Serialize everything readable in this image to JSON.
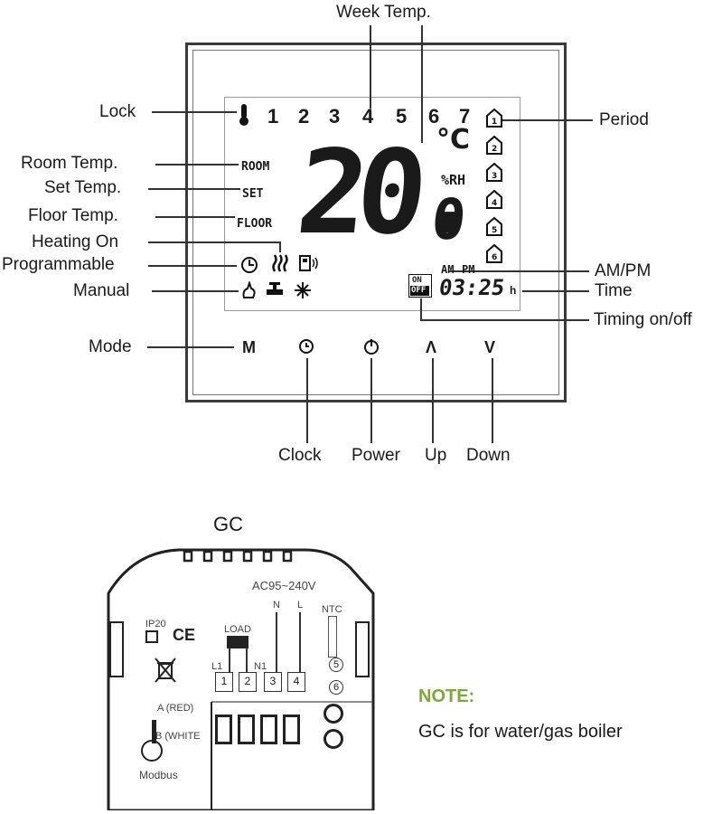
{
  "labels": {
    "week_temp": "Week Temp.",
    "lock": "Lock",
    "period": "Period",
    "room_temp": "Room Temp.",
    "set_temp": "Set Temp.",
    "floor_temp": "Floor Temp.",
    "heating_on": "Heating On",
    "programmable": "Programmable",
    "manual": "Manual",
    "am_pm": "AM/PM",
    "time": "Time",
    "timing_on_off": "Timing on/off",
    "mode": "Mode",
    "clock": "Clock",
    "power": "Power",
    "up": "Up",
    "down": "Down"
  },
  "lcd": {
    "days": [
      "1",
      "2",
      "3",
      "4",
      "5",
      "6",
      "7"
    ],
    "unit": "°C",
    "humidity": "%RH",
    "room": "ROOM",
    "set": "SET",
    "floor": "FLOOR",
    "temp_int": "20.",
    "temp_dec": "0",
    "am": "AM",
    "pm": "PM",
    "on": "ON",
    "off": "OFF",
    "time": "03:25",
    "hour_suffix": "h",
    "period_numbers": [
      "1",
      "2",
      "3",
      "4",
      "5",
      "6"
    ]
  },
  "buttons": {
    "mode": "M",
    "clock_icon": "clock-icon",
    "power_icon": "power-icon",
    "up": "Λ",
    "down": "V"
  },
  "wiring": {
    "title": "GC",
    "voltage": "AC95~240V",
    "ip": "IP20",
    "ce": "CE",
    "load": "LOAD",
    "l1": "L1",
    "n1": "N1",
    "n": "N",
    "l": "L",
    "ntc": "NTC",
    "terminals": [
      "1",
      "2",
      "3",
      "4"
    ],
    "ntc_terminals": [
      "5",
      "6"
    ],
    "a_red": "A (RED)",
    "b_white": "B (WHITE",
    "modbus": "Modbus"
  },
  "note": {
    "title": "NOTE:",
    "text": "GC is for water/gas boiler",
    "title_color": "#7ca83a"
  }
}
